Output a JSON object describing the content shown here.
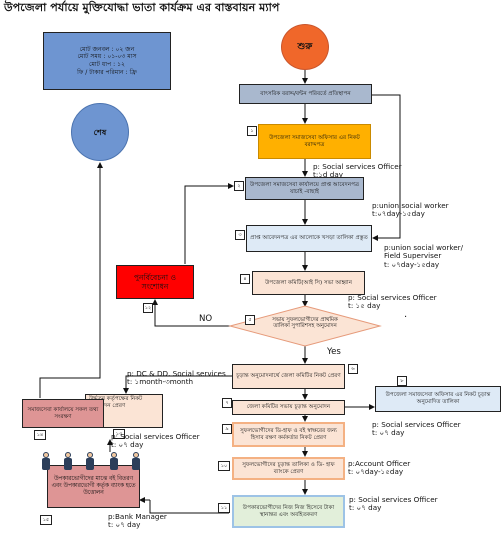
{
  "title": "উপজেলা পর্যায়ে মুক্তিযোদ্ধা ভাতা কার্যক্রম এর  বাস্তবায়ন ম্যাপ",
  "summary": {
    "line1": "মোট জনবল : ০২ জন",
    "line2": "মোট সময় : ০১-০৩ মাস",
    "line3": "মোট ধাপ : ১২",
    "line4": "ফি / টাকার পরিমান : ফ্রি"
  },
  "start": "শুরু",
  "end": "শেষ",
  "steps": {
    "s0": "বাৎসরিক বরাদ্দ/বন্টন পরিবর্তে প্রতিস্থাপন",
    "s1": "উপজেলা সমাজসেবা অফিসার এর\nনিকট বরাদ্দপত্র",
    "s2": "উপজেলা সমাজসেবা কার্যালয়ে প্রাপ্ত\nআবেদনপত্র যাচাই -বাছাই",
    "s3": "প্রাপ্ত আবেদনপত্র এর আলোকে খসড়া\nতালিকা প্রস্তুত",
    "s4": "উপজেলা কমিটি(আই সি) সভা\nআহ্বান",
    "decision": "সভায় সুফলভোগীদের প্রাথমিক\nতালিকা সুপারিশসহ অনুমোদন",
    "s6": "চূড়ান্ত অনুমোদনার্থে\nজেলা কমিটির নিকট প্রেরণ",
    "s7": "জেলা কমিটির সভায় চূড়ান্ত অনুমোদন",
    "s8": "উপজেলা সমাজসেবা অফিসার এর\nনিকট চূড়ান্ত অনুমোদিত তালিকা",
    "s9": "সুফলভোগীদের ডি-হাফ ও বই\nস্বাক্ষরের জন্য হিসাব রক্ষণ কর্মকর্তার\nনিকট প্রেরণ",
    "s10": "সুফলভোগীদের চূড়ান্ত তালিকা ও ডি-\nহাফ ব্যাংকে প্রেরণ",
    "s11": "উপকারভোগীদের নিজ নিজ হিসেবে\nটাকা স্থানান্তর এবং অবহিতকরণ",
    "rev": "পুনর্বিবেচনা ও\nসংশোধন",
    "s13": "উর্দ্ধতন কর্তৃপক্ষের নিকট\nপ্রতিবেদন প্রেরণ",
    "s14": "সমাজসেবা কার্যালয়ে\nসকল তথ্য সংরক্ষণ",
    "s15": "উপকারভোগীদের মাঝে বই বিতরণ\nএবং উপকারভোগী কর্তৃক ব্যাংক হতে\nউত্তোলন"
  },
  "numbers": {
    "n1": "১",
    "n2": "২",
    "n3": "৩",
    "n4": "৪",
    "n5": "৫",
    "n6": "৬",
    "n7": "৭",
    "n8": "৮",
    "n9": "৯",
    "n10": "১০",
    "n11": "১১",
    "n12": "১২",
    "n13": "১৩",
    "n14": "১৪",
    "n15": "১৫"
  },
  "labels": {
    "l1": "p: Social services Officer\nt:১d day",
    "l2": "p:union social worker\nt:০৭day-১৫day",
    "l3": "p:union social worker/\nField Superviser\nt: ০৭day-১৫day",
    "l4": "p: Social services Officer\nt: ১৫ day",
    "l5": "p: DC & DD. Social services\nt: ১month-৩month",
    "l6": "p: Social services Officer\nt: ০৭ day",
    "l7": "p: Social services Officer\nt: ০৭ day",
    "l8": "p:Account Officer\nt: ০৭day-১৫day",
    "l9": "p: Social services Officer\nt: ০৭ day",
    "l10": "p:Bank Manager\nt: ০৭ day",
    "no": "NO",
    "yes": "Yes",
    "dot": "."
  },
  "colors": {
    "start": "#F0672A",
    "end": "#6E95D1",
    "summary": "#6E95D1",
    "gray": "#A9B8CE",
    "orange": "#FFB000",
    "peach": "#FBE4D5",
    "red": "#FF0000",
    "pink": "#DE9595",
    "green": "#E2EFDA",
    "cyan": "#DEEAF6",
    "outline_pink": "#F4B183"
  }
}
